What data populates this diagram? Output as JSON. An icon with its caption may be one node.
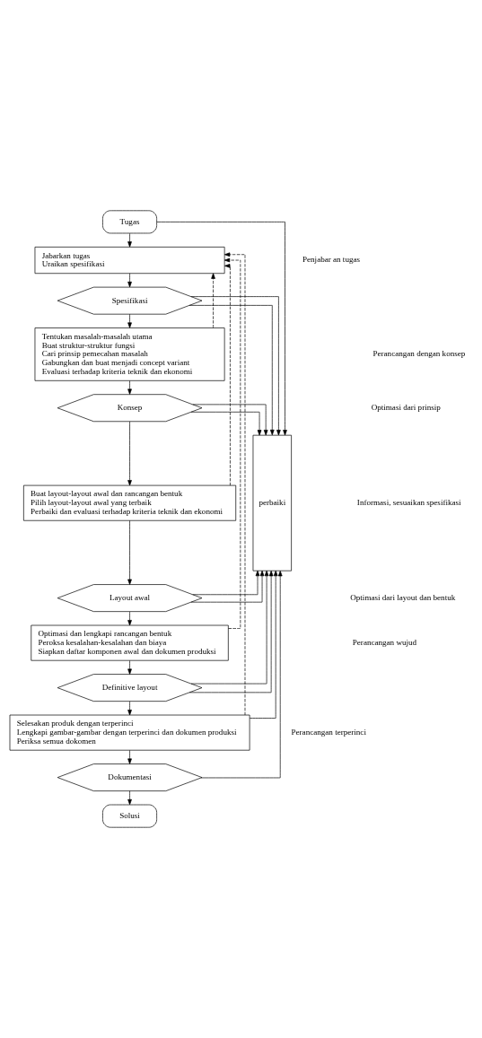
{
  "diagram": {
    "nodes": [
      {
        "text": [
          "Tugas"
        ]
      },
      {
        "text": [
          "Jabarkan tugas",
          "Uraikan spesifikasi"
        ]
      },
      {
        "text": [
          "Spesifikasi"
        ]
      },
      {
        "text": [
          "Tentukan masalah-masalah utama",
          "Buat struktur-struktur fungsi",
          "Cari prinsip pemecahan masalah",
          "Gabungkan dan buat menjadi concept variant",
          "Evaluasi terhadap kriteria teknik dan ekonomi"
        ]
      },
      {
        "text": [
          "Konsep"
        ]
      },
      {
        "text": [
          "Buat layout-layout awal dan rancangan bentuk",
          "Pilih layout-layout awal yang terbaik",
          "Perbaiki dan evaluasi terhadap kriteria teknik dan ekonomi"
        ]
      },
      {
        "text": [
          "Layout awal"
        ]
      },
      {
        "text": [
          "Optimasi dan lengkapi rancangan bentuk",
          "Peroksa kesalahan-kesalahan dan biaya",
          "Siapkan daftar komponen awal dan dokumen produksi"
        ]
      },
      {
        "text": [
          "Definitive layout"
        ]
      },
      {
        "text": [
          "Selesakan produk dengan terperinci",
          "Lengkapi gambar-gambar dengan terperinci dan dokumen produksi",
          "Periksa semua dokomen"
        ]
      },
      {
        "text": [
          "Dokumentasi"
        ]
      },
      {
        "text": [
          "Solusi"
        ]
      },
      {
        "text": [
          "perbaiki"
        ]
      }
    ],
    "edges": [
      {
        "from": 0,
        "to": 1,
        "arrow": "to"
      },
      {
        "from": 1,
        "to": 2,
        "arrow": "to"
      },
      {
        "from": 2,
        "to": 3,
        "arrow": "to"
      },
      {
        "from": 3,
        "to": 4,
        "arrow": "to"
      },
      {
        "from": 4,
        "to": 5,
        "arrow": "to"
      },
      {
        "from": 5,
        "to": 6,
        "arrow": "to"
      },
      {
        "from": 6,
        "to": 7,
        "arrow": "to"
      },
      {
        "from": 7,
        "to": 8,
        "arrow": "to"
      },
      {
        "from": 8,
        "to": 9,
        "arrow": "to"
      },
      {
        "from": 9,
        "to": 10,
        "arrow": "to"
      },
      {
        "from": 10,
        "to": 11,
        "arrow": "to"
      },
      {
        "from": 0,
        "to": 12,
        "arrow": "to"
      },
      {
        "from": 2,
        "to": 12,
        "arrow": "to"
      },
      {
        "from": 2,
        "to": 12,
        "arrow": "to"
      },
      {
        "from": 4,
        "to": 12,
        "arrow": "to"
      },
      {
        "from": 4,
        "to": 12,
        "arrow": "to"
      },
      {
        "from": 6,
        "to": 12,
        "arrow": "to"
      },
      {
        "from": 6,
        "to": 12,
        "arrow": "to"
      },
      {
        "from": 8,
        "to": 12,
        "arrow": "to"
      },
      {
        "from": 8,
        "to": 12,
        "arrow": "to"
      },
      {
        "from": 9,
        "to": 12,
        "arrow": "to"
      },
      {
        "from": 10,
        "to": 12,
        "arrow": "to"
      },
      {
        "from": 3,
        "to": 1,
        "arrow": "to",
        "style": "dashed"
      },
      {
        "from": 5,
        "to": 1,
        "arrow": "to",
        "style": "dashed"
      },
      {
        "from": 7,
        "to": 1,
        "arrow": "to",
        "style": "dashed"
      },
      {
        "from": 9,
        "to": 1,
        "arrow": "to",
        "style": "dashed"
      }
    ],
    "labels": [
      "Informasi, sesuaikan spesifikasi",
      "Penjabar an tugas",
      "Perancangan dengan konsep",
      "Optimasi dari prinsip",
      "Perancangan wujud",
      "Optimasi dari layout dan bentuk",
      "Perancangan terperinci"
    ]
  }
}
